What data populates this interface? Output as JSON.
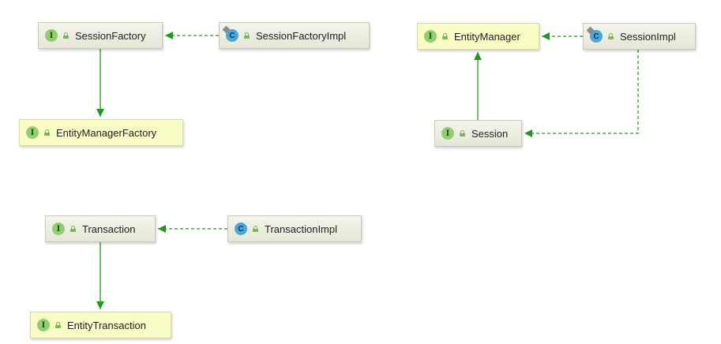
{
  "diagram": {
    "nodes": [
      {
        "id": "session-factory",
        "kind": "I",
        "label": "SessionFactory",
        "highlight": false,
        "abstract": false
      },
      {
        "id": "session-factory-impl",
        "kind": "C",
        "label": "SessionFactoryImpl",
        "highlight": false,
        "abstract": true
      },
      {
        "id": "entity-manager-factory",
        "kind": "I",
        "label": "EntityManagerFactory",
        "highlight": true,
        "abstract": false
      },
      {
        "id": "entity-manager",
        "kind": "I",
        "label": "EntityManager",
        "highlight": true,
        "abstract": false
      },
      {
        "id": "session-impl",
        "kind": "C",
        "label": "SessionImpl",
        "highlight": false,
        "abstract": true
      },
      {
        "id": "session",
        "kind": "I",
        "label": "Session",
        "highlight": false,
        "abstract": false
      },
      {
        "id": "transaction",
        "kind": "I",
        "label": "Transaction",
        "highlight": false,
        "abstract": false
      },
      {
        "id": "transaction-impl",
        "kind": "C",
        "label": "TransactionImpl",
        "highlight": false,
        "abstract": false
      },
      {
        "id": "entity-transaction",
        "kind": "I",
        "label": "EntityTransaction",
        "highlight": true,
        "abstract": false
      }
    ],
    "edges": [
      {
        "from": "session-factory-impl",
        "to": "session-factory",
        "type": "implements"
      },
      {
        "from": "session-factory",
        "to": "entity-manager-factory",
        "type": "extends"
      },
      {
        "from": "session-impl",
        "to": "entity-manager",
        "type": "implements"
      },
      {
        "from": "session-impl",
        "to": "session",
        "type": "implements"
      },
      {
        "from": "session",
        "to": "entity-manager",
        "type": "extends"
      },
      {
        "from": "transaction-impl",
        "to": "transaction",
        "type": "implements"
      },
      {
        "from": "transaction",
        "to": "entity-transaction",
        "type": "extends"
      }
    ],
    "colors": {
      "edge": "#1f9a1f",
      "interface_badge": "#8fcf6f",
      "class_badge": "#4aa8d8",
      "highlight_fill": "#fafcc6"
    }
  }
}
